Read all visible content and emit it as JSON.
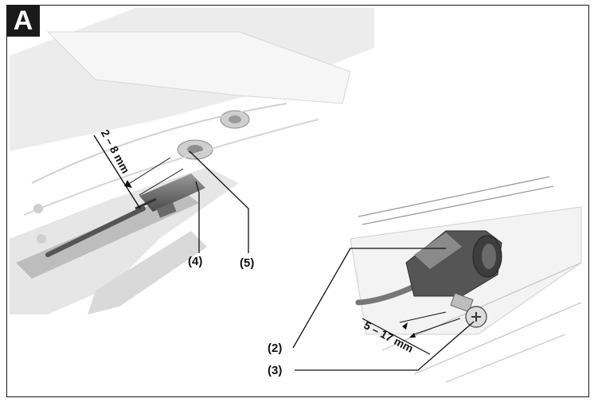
{
  "figure": {
    "badge": "A",
    "dimensions": {
      "upper_gap": "2 – 8 mm",
      "lower_gap": "5 – 17 mm"
    },
    "callouts": {
      "c2": "(2)",
      "c3": "(3)",
      "c4": "(4)",
      "c5": "(5)"
    }
  }
}
